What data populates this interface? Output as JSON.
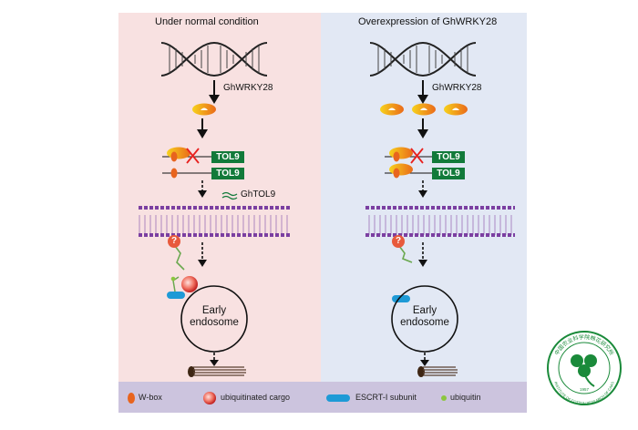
{
  "panels": {
    "left": {
      "title": "Under normal condition",
      "protein_label": "GhWRKY28",
      "gene_label_top": "TOL9",
      "gene_label_bottom": "TOL9",
      "transcript_label": "GhTOL9",
      "endosome_label_1": "Early",
      "endosome_label_2": "endosome",
      "question_mark": "?"
    },
    "right": {
      "title": "Overexpression of GhWRKY28",
      "protein_label": "GhWRKY28",
      "gene_label_top": "TOL9",
      "gene_label_bottom": "TOL9",
      "endosome_label_1": "Early",
      "endosome_label_2": "endosome",
      "question_mark": "?"
    }
  },
  "legend": {
    "items": [
      {
        "label": "W-box",
        "icon": "w-box-icon"
      },
      {
        "label": "ubiquitinated cargo",
        "icon": "ubiquitinated-cargo-icon"
      },
      {
        "label": "ESCRT-I subunit",
        "icon": "escrt-i-subunit-icon"
      },
      {
        "label": "ubiquitin",
        "icon": "ubiquitin-icon"
      }
    ]
  },
  "logo": {
    "text_top": "中国农业科学院棉花研究所",
    "text_bottom": "INSTITUTE OF COTTON RESEARCH OF CAAS",
    "year": "1957"
  },
  "colors": {
    "left_bg": "#f8e1e1",
    "right_bg": "#e2e8f4",
    "legend_bg": "#ccc4de",
    "membrane": "#7b3fa1",
    "tol_box": "#127a3a",
    "wbox": "#e8641e",
    "protein": "#f2b01e",
    "escrt": "#1e9ad6",
    "ubiquitin": "#8cc63f",
    "logo_green": "#1a8a3a"
  }
}
